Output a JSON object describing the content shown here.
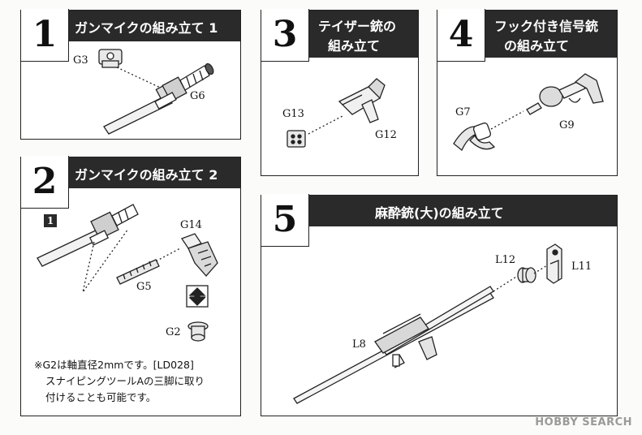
{
  "panels": [
    {
      "number": "1",
      "title": "ガンマイクの組み立て 1",
      "labels": [
        "G3",
        "G6"
      ]
    },
    {
      "number": "2",
      "title": "ガンマイクの組み立て 2",
      "labels": [
        "G14",
        "G5",
        "G2"
      ],
      "ref_badge": "1",
      "note": [
        "※G2は軸直径2mmです。[LD028]",
        "スナイピングツールAの三脚に取り",
        "付けることも可能です。"
      ]
    },
    {
      "number": "3",
      "title_lines": [
        "テイザー銃の",
        "組み立て"
      ],
      "labels": [
        "G13",
        "G12"
      ]
    },
    {
      "number": "4",
      "title_lines": [
        "フック付き信号銃",
        "の組み立て"
      ],
      "labels": [
        "G7",
        "G9"
      ]
    },
    {
      "number": "5",
      "title": "麻酔銃(大)の組み立て",
      "labels": [
        "L12",
        "L11",
        "L8"
      ]
    }
  ],
  "watermark": "HOBBY SEARCH",
  "colors": {
    "header": "#2a2a2a",
    "line": "#222222",
    "part": "#e8e8e8"
  }
}
